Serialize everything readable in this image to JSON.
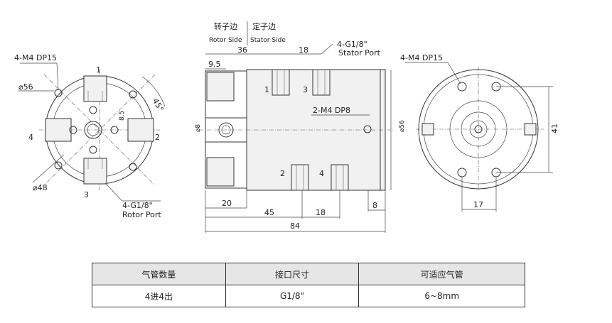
{
  "labels": {
    "rotor_side_cn": "转子边",
    "rotor_side_en": "Rotor Side",
    "stator_side_cn": "定子边",
    "stator_side_en": "Stator Side",
    "left_holes": "4-M4 DP15",
    "right_holes": "4-M4 DP15",
    "side_holes": "2-M4 DP8",
    "stator_port_spec": "4-G1/8\"",
    "stator_port": "Stator Port",
    "rotor_port_spec": "4-G1/8\"",
    "rotor_port": "Rotor Port"
  },
  "dims": {
    "d56_left": "⌀56",
    "d48": "⌀48",
    "angle45": "45°",
    "d8_5": "8.5",
    "d36": "36",
    "d18_top": "18",
    "d9_5": "9.5",
    "d8_left": "⌀8",
    "d56_side": "⌀56",
    "d20": "20",
    "d45": "45",
    "d18_bottom": "18",
    "d8_bottom": "8",
    "d84": "84",
    "d41": "41",
    "d17": "17"
  },
  "ports": {
    "p1": "1",
    "p2": "2",
    "p3": "3",
    "p4": "4",
    "s1": "1",
    "s3": "3",
    "s2": "2",
    "s4": "4"
  },
  "table": {
    "headers": [
      "气管数量",
      "接口尺寸",
      "可适应气管"
    ],
    "row": [
      "4进4出",
      "G1/8\"",
      "6~8mm"
    ]
  }
}
